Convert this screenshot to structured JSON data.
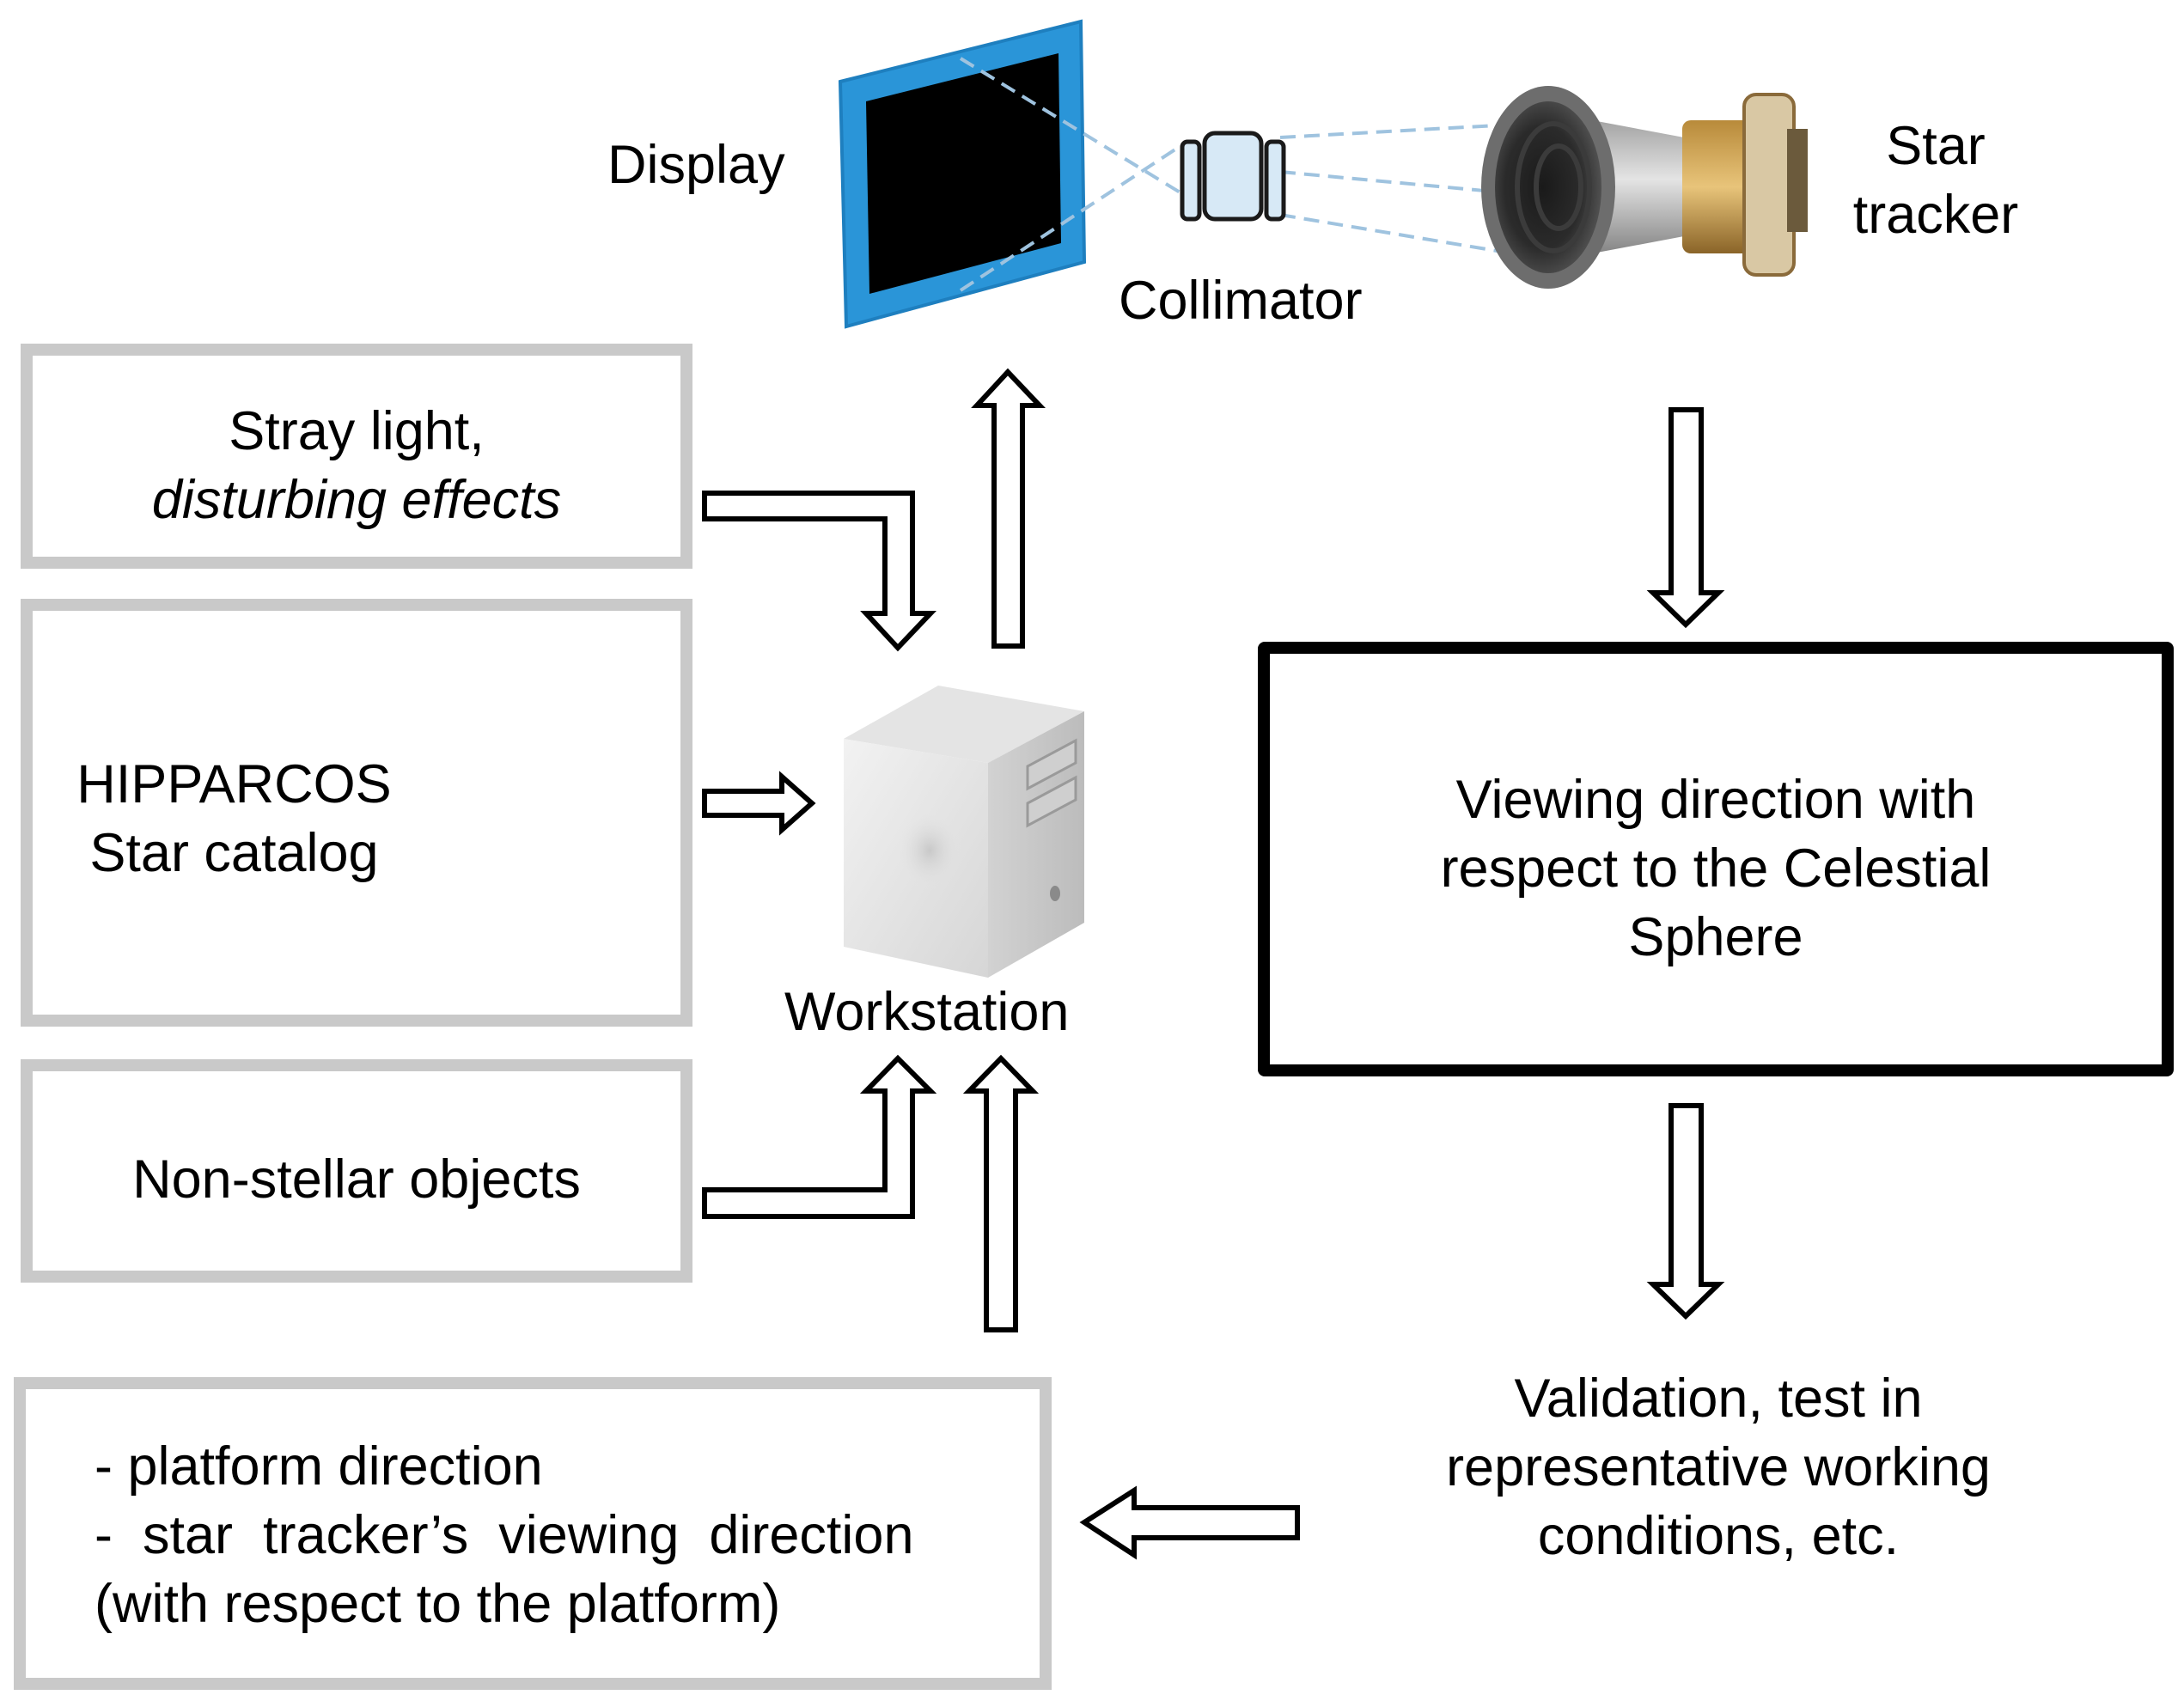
{
  "title": "",
  "nodes": {
    "display": {
      "label": "Display"
    },
    "collimator": {
      "label": "Collimator"
    },
    "star_tracker": {
      "line1": "Star",
      "line2": "tracker"
    },
    "stray_light": {
      "line1": "Stray light,",
      "line2": "disturbing effects"
    },
    "hipparcos": {
      "line1": "HIPPARCOS",
      "line2": "Star catalog"
    },
    "non_stellar": {
      "label": "Non-stellar objects"
    },
    "workstation": {
      "label": "Workstation"
    },
    "viewing_direction": {
      "line1": "Viewing direction with",
      "line2": "respect to the Celestial",
      "line3": "Sphere"
    },
    "validation": {
      "line1": "Validation, test in",
      "line2": "representative working",
      "line3": "conditions, etc."
    },
    "platform": {
      "line1": "- platform direction",
      "line2": "-  star  tracker’s  viewing  direction",
      "line3": "(with respect to the platform)"
    }
  },
  "colors": {
    "display_frame": "#2a95d8",
    "catalog_panel": "#2588c8",
    "gray_border": "#c9c9c9",
    "arrow_stroke": "#000000"
  },
  "edges": [
    {
      "from": "stray_light",
      "to": "workstation"
    },
    {
      "from": "hipparcos",
      "to": "workstation"
    },
    {
      "from": "non_stellar",
      "to": "workstation"
    },
    {
      "from": "platform",
      "to": "workstation"
    },
    {
      "from": "workstation",
      "to": "display"
    },
    {
      "from": "star_tracker",
      "to": "viewing_direction"
    },
    {
      "from": "viewing_direction",
      "to": "validation"
    },
    {
      "from": "validation",
      "to": "platform"
    }
  ],
  "icons": {
    "star_catalog": "star-grid-icon",
    "workstation": "computer-tower-icon",
    "display": "monitor-icon",
    "collimator": "collimator-lens-icon",
    "star_tracker": "star-tracker-camera-icon"
  }
}
